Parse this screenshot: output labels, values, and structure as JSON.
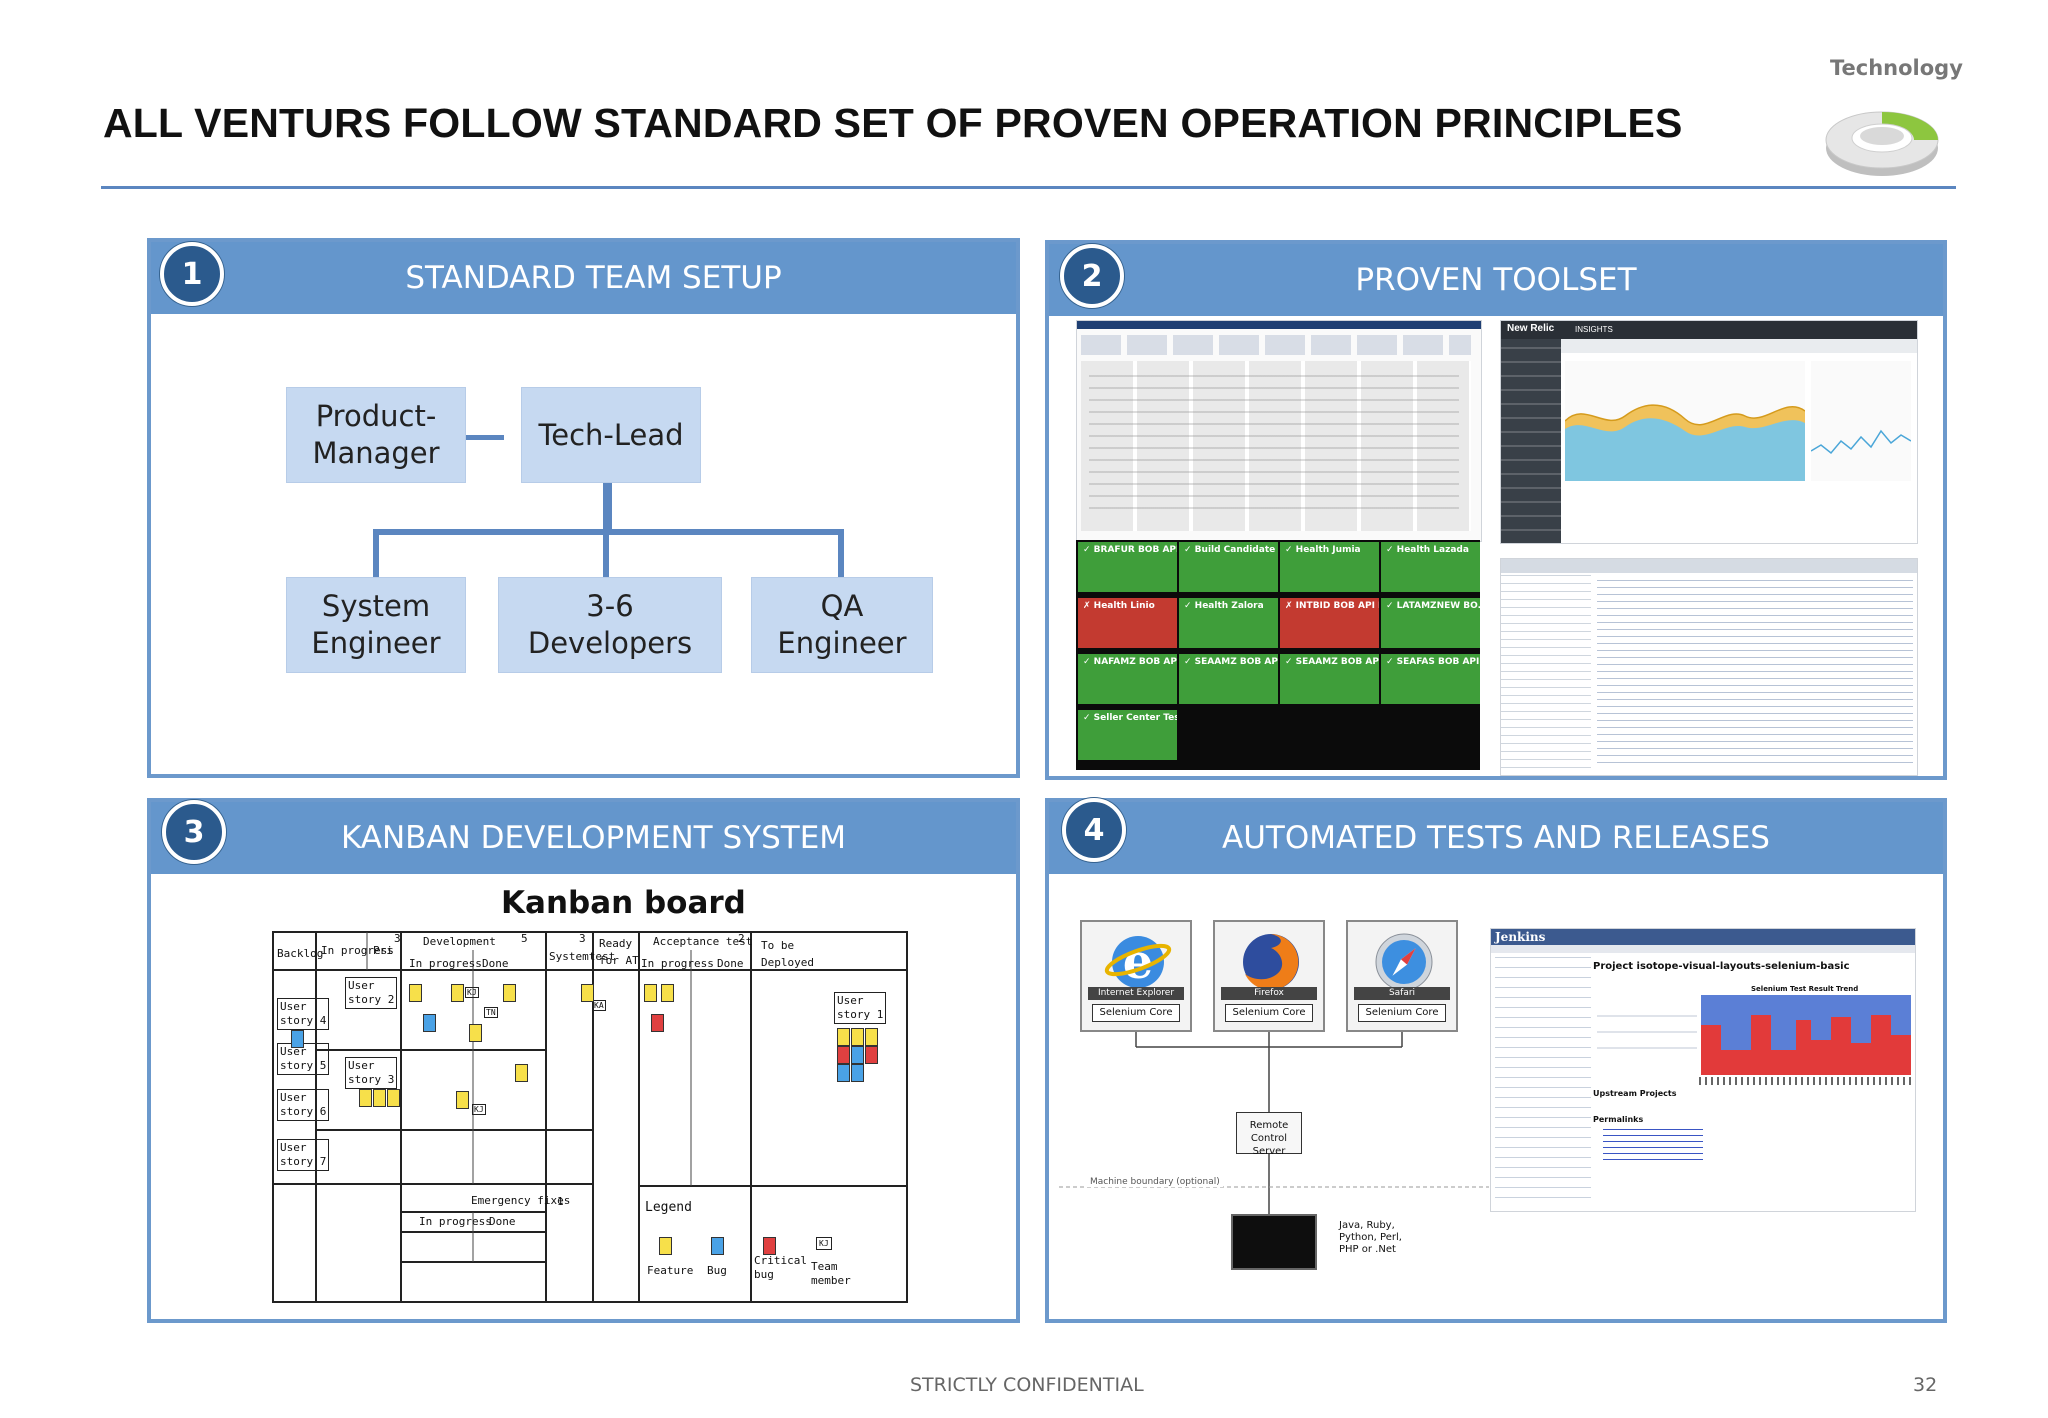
{
  "header": {
    "title": "ALL VENTURS FOLLOW STANDARD SET OF PROVEN OPERATION PRINCIPLES",
    "tag": "Technology"
  },
  "panels": [
    {
      "number": "1",
      "title": "STANDARD TEAM SETUP"
    },
    {
      "number": "2",
      "title": "PROVEN TOOLSET"
    },
    {
      "number": "3",
      "title": "KANBAN DEVELOPMENT SYSTEM"
    },
    {
      "number": "4",
      "title": "AUTOMATED TESTS AND RELEASES"
    }
  ],
  "team": {
    "product_manager": "Product-\nManager",
    "tech_lead": "Tech-Lead",
    "system_engineer": "System\nEngineer",
    "developers": "3-6\nDevelopers",
    "qa_engineer": "QA\nEngineer"
  },
  "toolset": {
    "tiles": [
      {
        "label": "BRAFUR BOB API...",
        "status": "green"
      },
      {
        "label": "Build Candidate",
        "status": "green"
      },
      {
        "label": "Health Jumia",
        "status": "green"
      },
      {
        "label": "Health Lazada",
        "status": "green"
      },
      {
        "label": "Health Linio",
        "status": "red"
      },
      {
        "label": "Health Zalora",
        "status": "green"
      },
      {
        "label": "INTBID BOB API D...",
        "status": "red"
      },
      {
        "label": "LATAMZNEW BO...",
        "status": "green"
      },
      {
        "label": "NAFAMZ BOB API",
        "status": "green"
      },
      {
        "label": "SEAAMZ BOB API",
        "status": "green"
      },
      {
        "label": "SEAAMZ BOB API...",
        "status": "green"
      },
      {
        "label": "SEAFAS BOB API",
        "status": "green"
      },
      {
        "label": "Seller Center Tests",
        "status": "green"
      }
    ],
    "newrelic_brand": "New Relic",
    "newrelic_insights": "INSIGHTS"
  },
  "kanban": {
    "title": "Kanban board",
    "col_backlog": "Backlog",
    "col_in_progress": "In progress",
    "col_pri": "Pri",
    "wip_pri": "3",
    "col_development": "Development",
    "wip_dev": "5",
    "dev_in_progress": "In progress",
    "dev_done": "Done",
    "wip_systemtest": "3",
    "col_systemtest": "Systemtest",
    "col_ready": "Ready\nfor AT",
    "col_acceptance": "Acceptance test",
    "wip_acceptance": "2",
    "acc_in_progress": "In progress",
    "acc_done": "Done",
    "col_deployed": "To be\nDeployed",
    "backlog_stories": [
      "User\nstory 4",
      "User\nstory 5",
      "User\nstory 6",
      "User\nstory 7"
    ],
    "story_2": "User\nstory 2",
    "story_3": "User\nstory 3",
    "story_1": "User\nstory 1",
    "initials": [
      "KJ",
      "TN",
      "KJ",
      "KA"
    ],
    "emergency": "Emergency fixes",
    "wip_emergency": "1",
    "em_in_progress": "In progress",
    "em_done": "Done",
    "legend_title": "Legend",
    "legend": [
      "Feature",
      "Bug",
      "Critical\nbug",
      "Team\nmember"
    ],
    "legend_initials": "KJ"
  },
  "automation": {
    "browsers": [
      {
        "name": "Internet Explorer",
        "core": "Selenium Core"
      },
      {
        "name": "Firefox",
        "core": "Selenium Core"
      },
      {
        "name": "Safari",
        "core": "Selenium Core"
      }
    ],
    "remote_control": "Remote\nControl Server",
    "boundary": "Machine boundary (optional)",
    "languages": "Java, Ruby,\nPython, Perl,\nPHP or .Net",
    "jenkins_brand": "Jenkins",
    "jenkins_project": "Project isotope-visual-layouts-selenium-basic",
    "jenkins_trend": "Selenium Test Result Trend",
    "upstream": "Upstream Projects",
    "permalinks": "Permalinks"
  },
  "footer": {
    "confidential": "STRICTLY CONFIDENTIAL",
    "page": "32"
  },
  "colors": {
    "panel_header": "#6496cc",
    "badge": "#2b5a8d",
    "org_box": "#c6d9f1",
    "tile_green": "#3f9e3a",
    "tile_red": "#c33a30"
  }
}
